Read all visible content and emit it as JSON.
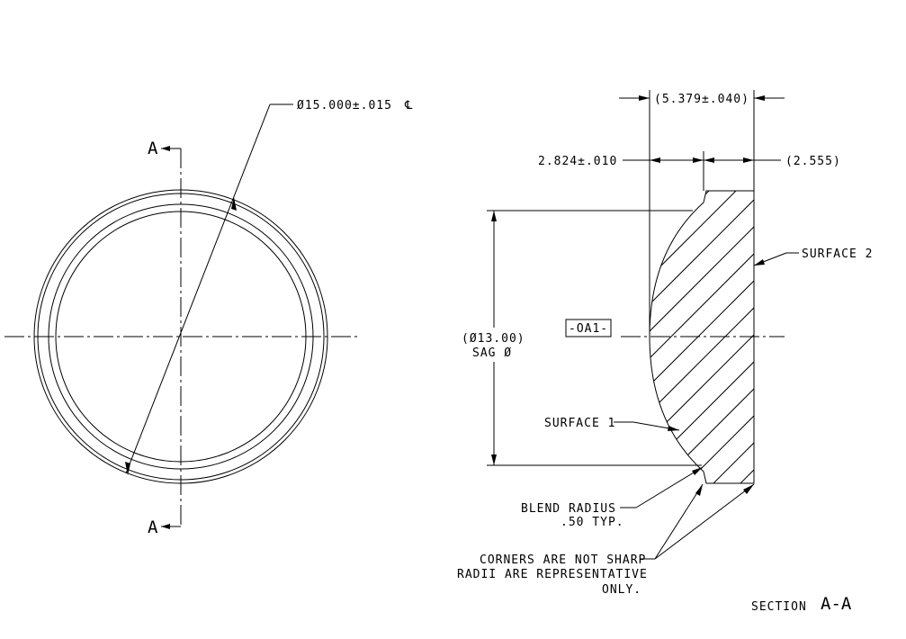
{
  "front_view": {
    "diameter_callout": "Ø15.000±.015",
    "cl_symbol": "℄",
    "section_arrow_top": "A",
    "section_arrow_bottom": "A"
  },
  "section_view": {
    "overall_thickness": "(5.379±.040)",
    "center_thickness": "2.824±.010",
    "edge_thickness": "(2.555)",
    "surface_2": "SURFACE 2",
    "datum": "-OA1-",
    "sag_diameter_line1": "(Ø13.00)",
    "sag_diameter_line2": "SAG Ø",
    "surface_1": "SURFACE 1",
    "blend_radius_line1": "BLEND  RADIUS",
    "blend_radius_line2": ".50 TYP.",
    "corners_note_line1": "CORNERS ARE NOT SHARP",
    "corners_note_line2": "RADII ARE REPRESENTATIVE",
    "corners_note_line3": "ONLY.",
    "section_word": "SECTION",
    "section_letters": "A-A"
  }
}
